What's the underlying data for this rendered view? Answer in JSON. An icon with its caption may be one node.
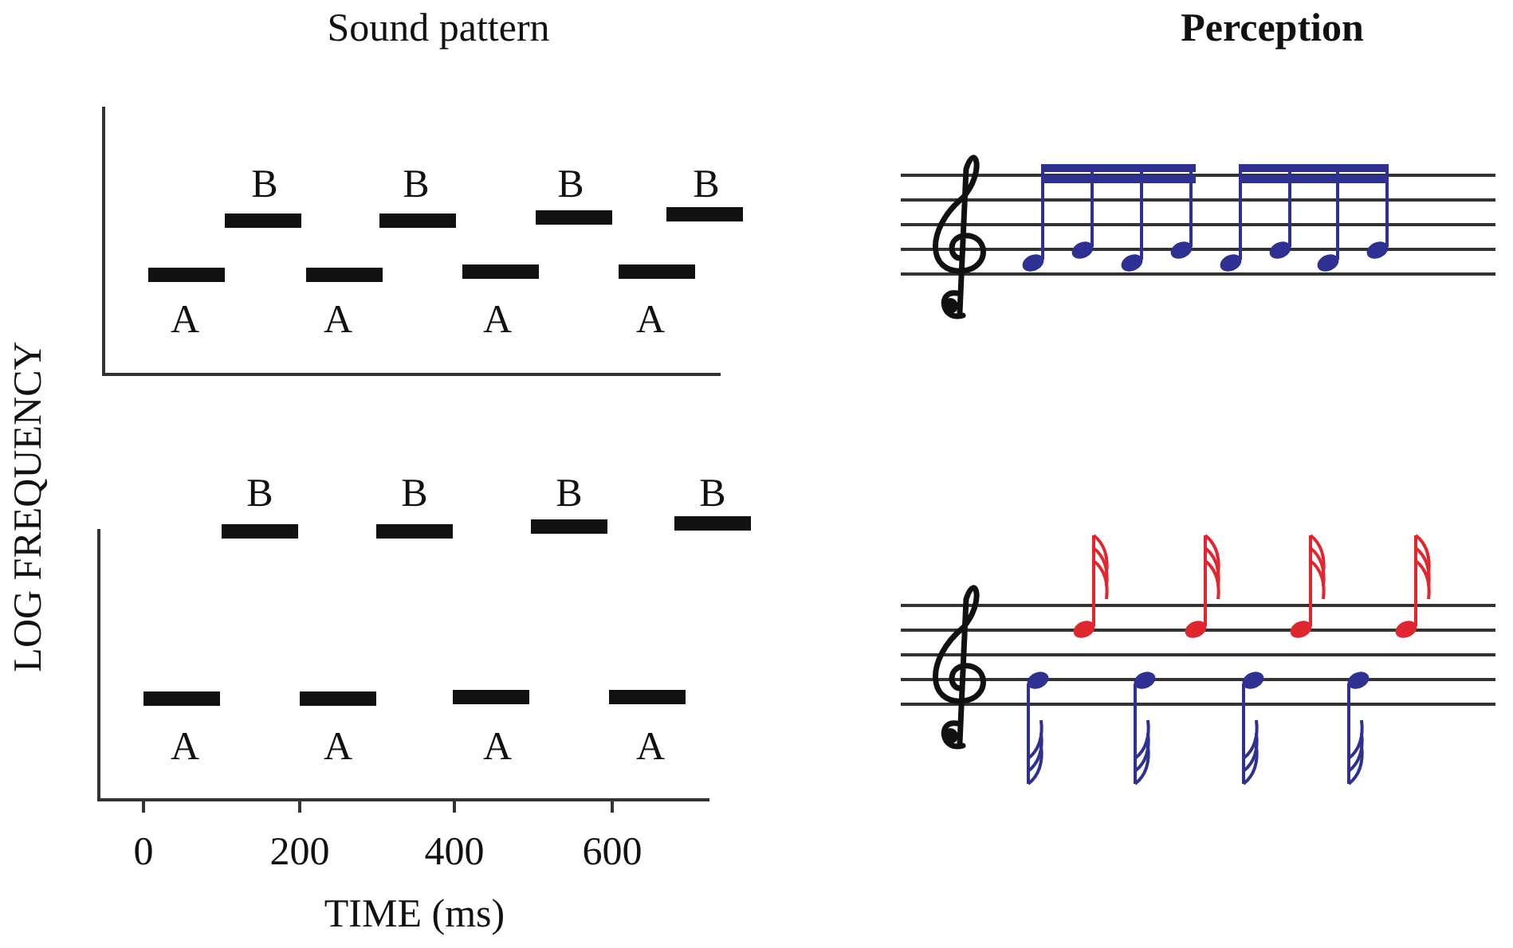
{
  "diagram": {
    "labels": [
      "Sound pattern",
      "Perception",
      "B",
      "B",
      "B",
      "B",
      "A",
      "A",
      "A",
      "A",
      "LOG FREQUENCY",
      "B",
      "B",
      "B",
      "B",
      "A",
      "A",
      "A",
      "A",
      "0",
      "200",
      "400",
      "600",
      "TIME (ms)"
    ]
  }
}
